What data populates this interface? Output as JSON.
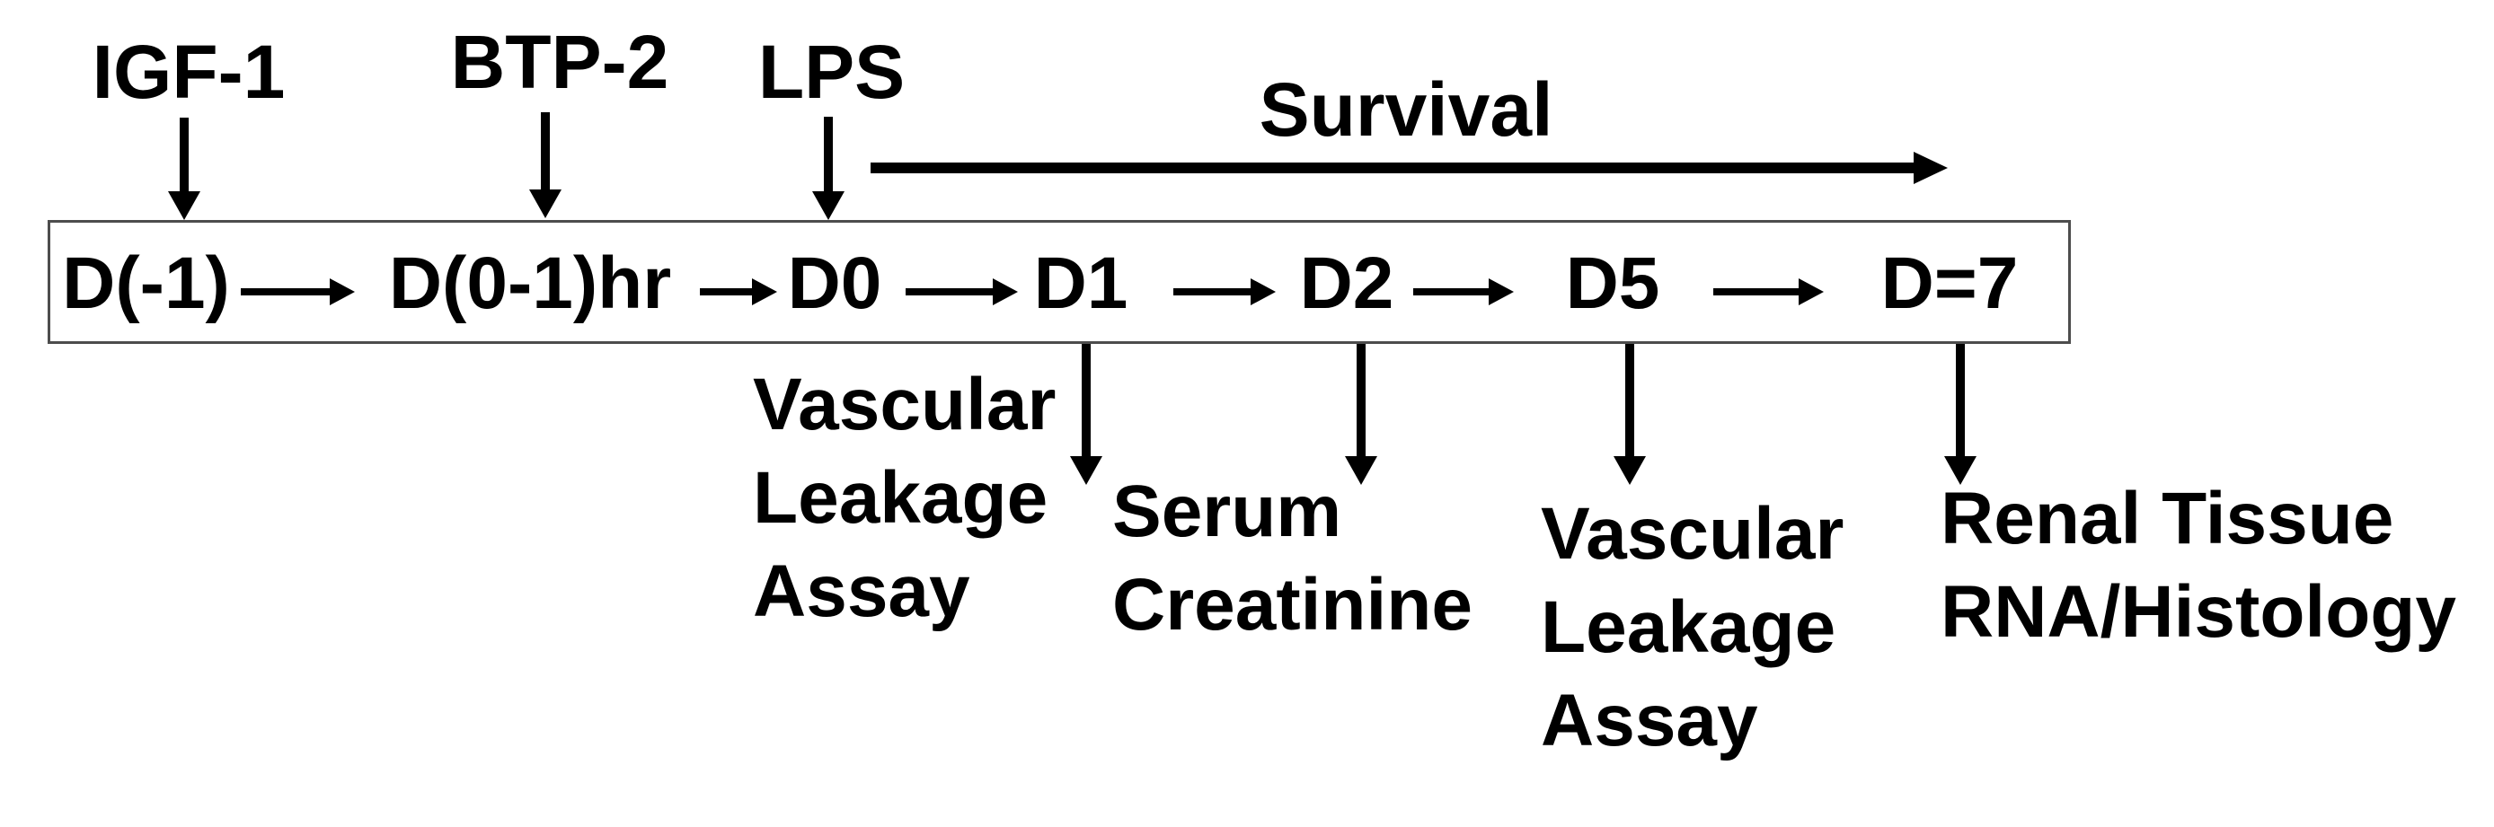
{
  "figure": {
    "colors": {
      "ink": "#000000",
      "background": "#ffffff",
      "box_border": "#4d4d4d"
    },
    "interventions": [
      {
        "label": "IGF-1",
        "points_to_day": "D(-1)"
      },
      {
        "label": "BTP-2",
        "points_to_day": "D(0-1)hr"
      },
      {
        "label": "LPS",
        "points_to_day": "D0"
      }
    ],
    "survival_arrow_label": "Survival",
    "timeline_days": [
      "D(-1)",
      "D(0-1)hr",
      "D0",
      "D1",
      "D2",
      "D5",
      "D=7"
    ],
    "assessments": [
      {
        "day": "D1",
        "label": "Vascular\nLeakage\nAssay"
      },
      {
        "day": "D2",
        "label": "Serum\nCreatinine"
      },
      {
        "day": "D5",
        "label": "Vascular\nLeakage\nAssay"
      },
      {
        "day": "D=7",
        "label": "Renal Tissue\nRNA/Histology"
      }
    ]
  }
}
